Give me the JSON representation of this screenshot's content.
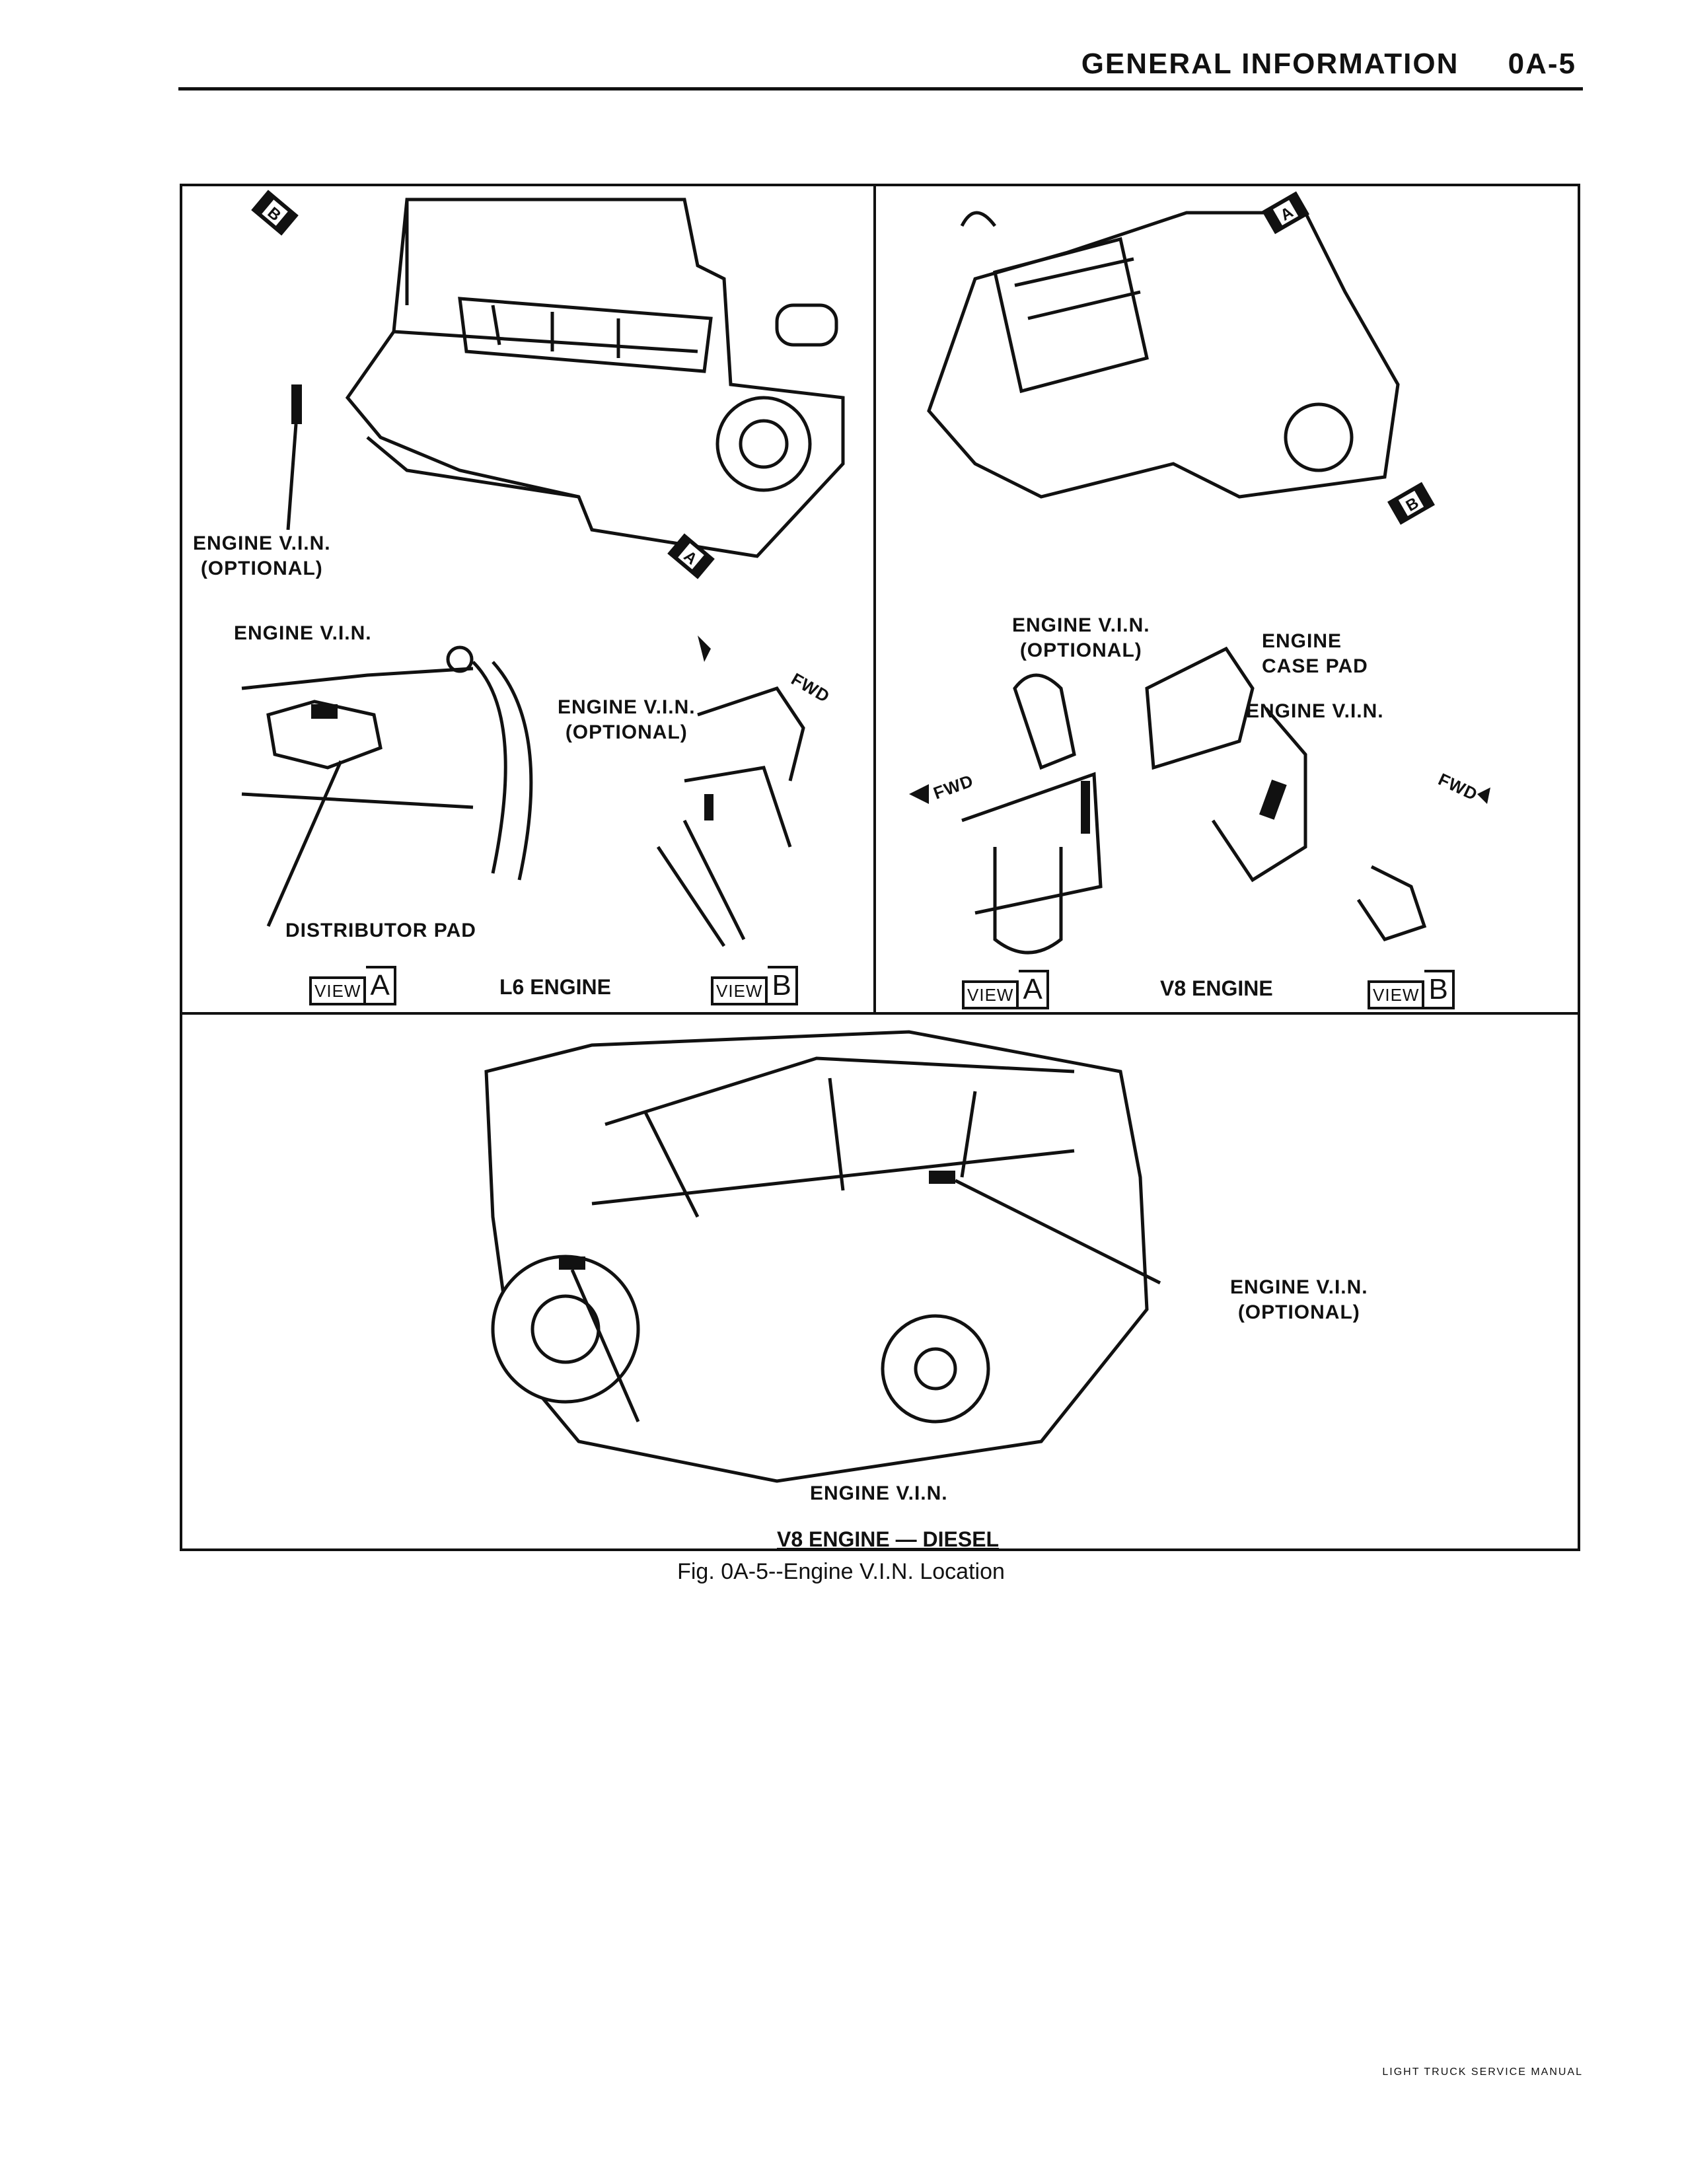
{
  "header": {
    "section": "GENERAL INFORMATION",
    "page": "0A-5"
  },
  "panels": {
    "l6": {
      "title": "L6 ENGINE",
      "labels": {
        "vin_optional_top": "ENGINE V.I.N.",
        "vin_optional_top_sub": "(OPTIONAL)",
        "vin_view_a": "ENGINE V.I.N.",
        "distributor_pad": "DISTRIBUTOR PAD",
        "vin_view_b": "ENGINE V.I.N.",
        "vin_view_b_sub": "(OPTIONAL)",
        "fwd": "FWD"
      },
      "view_a": {
        "word": "VIEW",
        "letter": "A"
      },
      "view_b": {
        "word": "VIEW",
        "letter": "B"
      },
      "markers": {
        "a": "A",
        "b": "B"
      }
    },
    "v8": {
      "title": "V8 ENGINE",
      "labels": {
        "vin_optional": "ENGINE V.I.N.",
        "vin_optional_sub": "(OPTIONAL)",
        "case_pad": "ENGINE",
        "case_pad_sub": "CASE PAD",
        "vin": "ENGINE V.I.N.",
        "fwd_a": "FWD",
        "fwd_b": "FWD"
      },
      "view_a": {
        "word": "VIEW",
        "letter": "A"
      },
      "view_b": {
        "word": "VIEW",
        "letter": "B"
      },
      "markers": {
        "a": "A",
        "b": "B"
      }
    },
    "diesel": {
      "title": "V8 ENGINE — DIESEL",
      "labels": {
        "vin_optional": "ENGINE V.I.N.",
        "vin_optional_sub": "(OPTIONAL)",
        "vin": "ENGINE V.I.N."
      }
    }
  },
  "caption": "Fig. 0A-5--Engine V.I.N. Location",
  "footer": "LIGHT TRUCK SERVICE MANUAL"
}
